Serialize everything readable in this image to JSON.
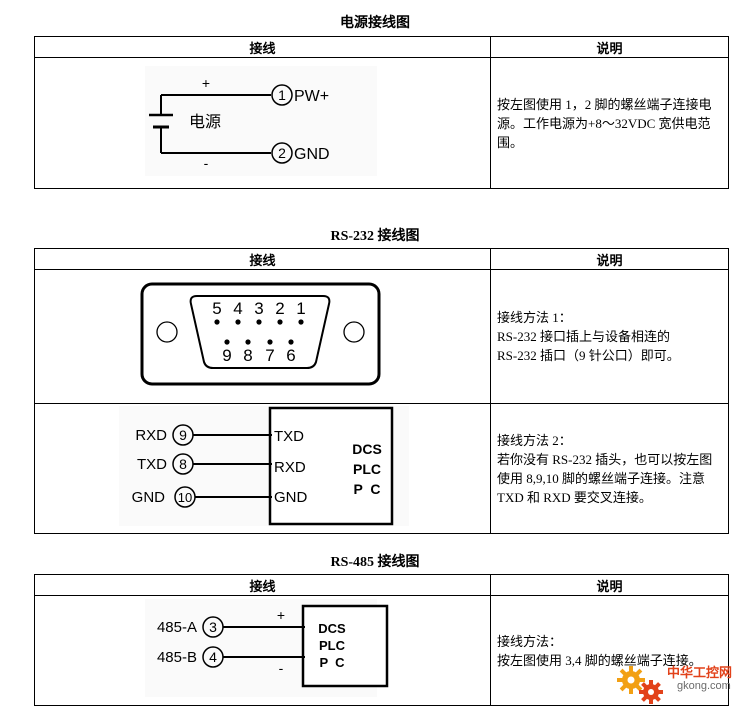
{
  "power": {
    "title": "电源接线图",
    "col_wiring": "接线",
    "col_note": "说明",
    "plus": "+",
    "minus": "-",
    "source_label": "电源",
    "pin1": "1",
    "pin1_label": "PW+",
    "pin2": "2",
    "pin2_label": "GND",
    "desc_lines": [
      "按左图使用 1，2 脚的螺丝端子连接电",
      "源。工作电源为+8～32VDC 宽供电范",
      "围。"
    ]
  },
  "rs232": {
    "title": "RS-232 接线图",
    "col_wiring": "接线",
    "col_note": "说明",
    "top_pins": [
      "5",
      "4",
      "3",
      "2",
      "1"
    ],
    "bottom_pins": [
      "9",
      "8",
      "7",
      "6"
    ],
    "desc1_lines": [
      "接线方法 1：",
      "RS-232 接口插上与设备相连的",
      "RS-232 插口（9 针公口）即可。"
    ],
    "wires": [
      {
        "signal": "RXD",
        "pin": "9",
        "terminal": "TXD"
      },
      {
        "signal": "TXD",
        "pin": "8",
        "terminal": "RXD"
      },
      {
        "signal": "GND",
        "pin": "10",
        "terminal": "GND"
      }
    ],
    "device_lines": [
      "DCS",
      "PLC",
      "P  C"
    ],
    "desc2_lines": [
      "接线方法 2：",
      "若你没有 RS-232 插头，也可以按左图",
      "使用 8,9,10 脚的螺丝端子连接。注意",
      "TXD 和 RXD 要交叉连接。"
    ]
  },
  "rs485": {
    "title": "RS-485 接线图",
    "col_wiring": "接线",
    "col_note": "说明",
    "wires": [
      {
        "signal": "485-A",
        "pin": "3",
        "polarity": "+"
      },
      {
        "signal": "485-B",
        "pin": "4",
        "polarity": "-"
      }
    ],
    "device_lines": [
      "DCS",
      "PLC",
      "P  C"
    ],
    "desc_lines": [
      "接线方法：",
      "按左图使用 3,4 脚的螺丝端子连接。"
    ]
  },
  "watermark": {
    "cn": "中华工控网",
    "en": "gkong.com",
    "accent": "#e2421a",
    "secondary": "#f2a013"
  }
}
